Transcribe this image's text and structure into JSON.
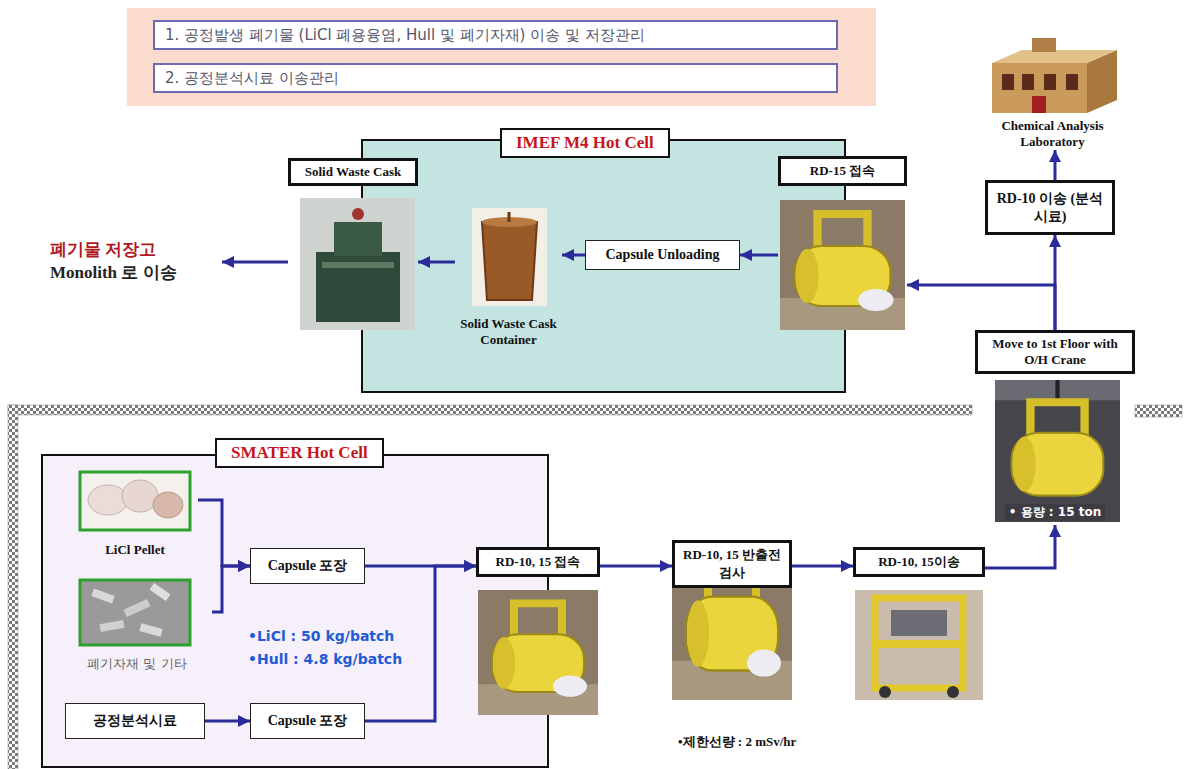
{
  "diagram": {
    "nodes": [
      {
        "text": [
          "1. 공정발생 폐기물 (LiCl 폐용융염, Hull 및 폐기자재) 이송 및 저장관리"
        ]
      },
      {
        "text": [
          "2. 공정분석시료 이송관리"
        ]
      },
      {
        "text": [
          "Chemical Analysis Laboratory"
        ]
      },
      {
        "text": [
          "IMEF M4 Hot Cell"
        ]
      },
      {
        "text": [
          "Solid Waste Cask"
        ],
        "in": 3
      },
      {
        "text": [
          "Solid Waste Cask Container"
        ],
        "in": 3
      },
      {
        "text": [
          "Capsule Unloading"
        ],
        "in": 3
      },
      {
        "text": [
          "RD-15 접속"
        ],
        "in": 3
      },
      {
        "text": [
          "폐기물 저장고",
          "Monolith 로 이송"
        ]
      },
      {
        "text": [
          "RD-10 이송 (분석시료)"
        ]
      },
      {
        "text": [
          "Move to 1st Floor with O/H Crane",
          "• 용량 : 15 ton"
        ]
      },
      {
        "text": [
          "SMATER Hot Cell"
        ]
      },
      {
        "text": [
          "LiCl Pellet"
        ],
        "in": 11
      },
      {
        "text": [
          "폐기자재 및 기타"
        ],
        "in": 11
      },
      {
        "text": [
          "Capsule 포장"
        ],
        "in": 11
      },
      {
        "text": [
          "공정분석시료"
        ],
        "in": 11
      },
      {
        "text": [
          "Capsule 포장"
        ],
        "in": 11
      },
      {
        "text": [
          "RD-10, 15 접속"
        ]
      },
      {
        "text": [
          "RD-10, 15 반출전 검사"
        ]
      },
      {
        "text": [
          "RD-10, 15이송"
        ]
      }
    ],
    "edges": [
      {
        "from": 12,
        "to": 14,
        "arrow": "to"
      },
      {
        "from": 13,
        "to": 14,
        "arrow": "to"
      },
      {
        "from": 15,
        "to": 16,
        "arrow": "to"
      },
      {
        "from": 14,
        "to": 17,
        "arrow": "to"
      },
      {
        "from": 16,
        "to": 17,
        "arrow": "to"
      },
      {
        "from": 17,
        "to": 18,
        "arrow": "to"
      },
      {
        "from": 18,
        "to": 19,
        "arrow": "to"
      },
      {
        "from": 19,
        "to": 10,
        "arrow": "to"
      },
      {
        "from": 10,
        "to": 9,
        "arrow": "to"
      },
      {
        "from": 10,
        "to": 7,
        "arrow": "to"
      },
      {
        "from": 9,
        "to": 2,
        "arrow": "to"
      },
      {
        "from": 7,
        "to": 6,
        "arrow": "to"
      },
      {
        "from": 6,
        "to": 5,
        "arrow": "to"
      },
      {
        "from": 5,
        "to": 4,
        "arrow": "to"
      },
      {
        "from": 4,
        "to": 8,
        "arrow": "to"
      }
    ],
    "labels": [
      "•LiCl : 50 kg/batch",
      "•Hull : 4.8 kg/batch",
      "•제한선량 : 2 mSv/hr"
    ]
  }
}
